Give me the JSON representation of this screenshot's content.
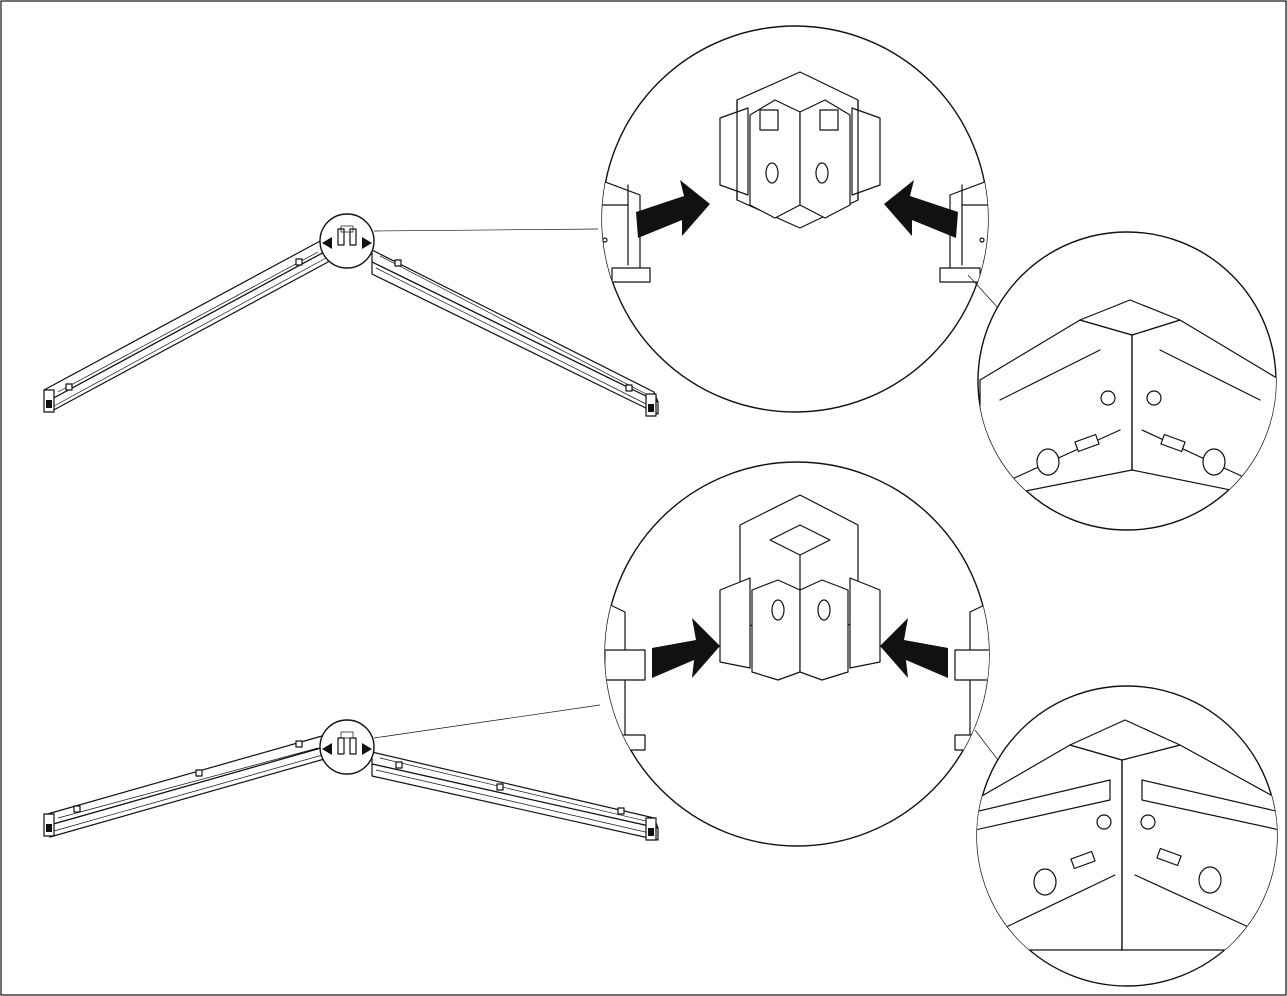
{
  "figure": {
    "description_free": true,
    "steps": [
      {
        "corner_type": "outer-corner-connector",
        "arrows": 2
      },
      {
        "corner_type": "inner-corner-connector",
        "arrows": 2
      }
    ],
    "colors": {
      "line": "#111111",
      "background": "#ffffff",
      "arrow": "#111111"
    }
  }
}
